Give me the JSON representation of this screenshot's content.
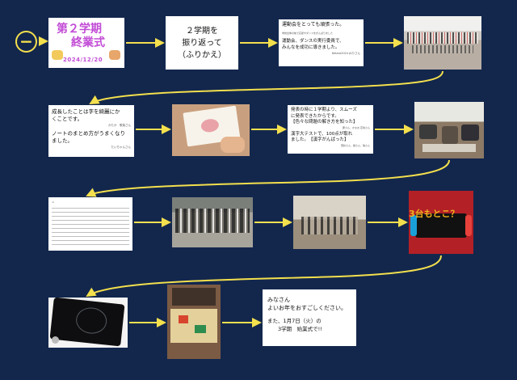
{
  "slides": {
    "title_card": {
      "heading_line1": "第２学期",
      "heading_line2": "終業式",
      "date": "2024/12/20"
    },
    "reflect_card": {
      "text": "２学期を\n振り返って\n（ふりかえ）"
    },
    "sports_card": {
      "line1": "運動会をとっても頑張った。",
      "small1": "学校全体の前で応援やダンスをがんばりました",
      "line2": "運動会、ダンスの実行委員で、\nみんなを成功に導きました。",
      "small2": "Ketaro2024 JAりさん"
    },
    "growth_card": {
      "line1": "成長したことは字を綺麗にか\nくことです。",
      "small1": "かたか　歌英さん",
      "line2": "ノートのまとめ方がうまくなり\nました。",
      "small2": "たいちゃんさん"
    },
    "announce_card": {
      "line1": "発表の時に１学期より、スムーズ\nに発表できたからです。\n【色々な問題の解き方を知った】",
      "small1": "慶さん、かなお 花咲さん",
      "line2": "漢字大テストで、100点が取れ\nました。　【漢字がんばった】",
      "small2": "華鈴さん、樹さん、陽さん"
    },
    "switch_overlay": "3台もとこ？",
    "closing_card": {
      "line1": "みなさん\nよいお年をおすごしください。",
      "line2": "また、1月7日（火）の\n　　3学期　始業式で!!"
    },
    "doc_header": "=",
    "minus_icon_label": "−"
  }
}
